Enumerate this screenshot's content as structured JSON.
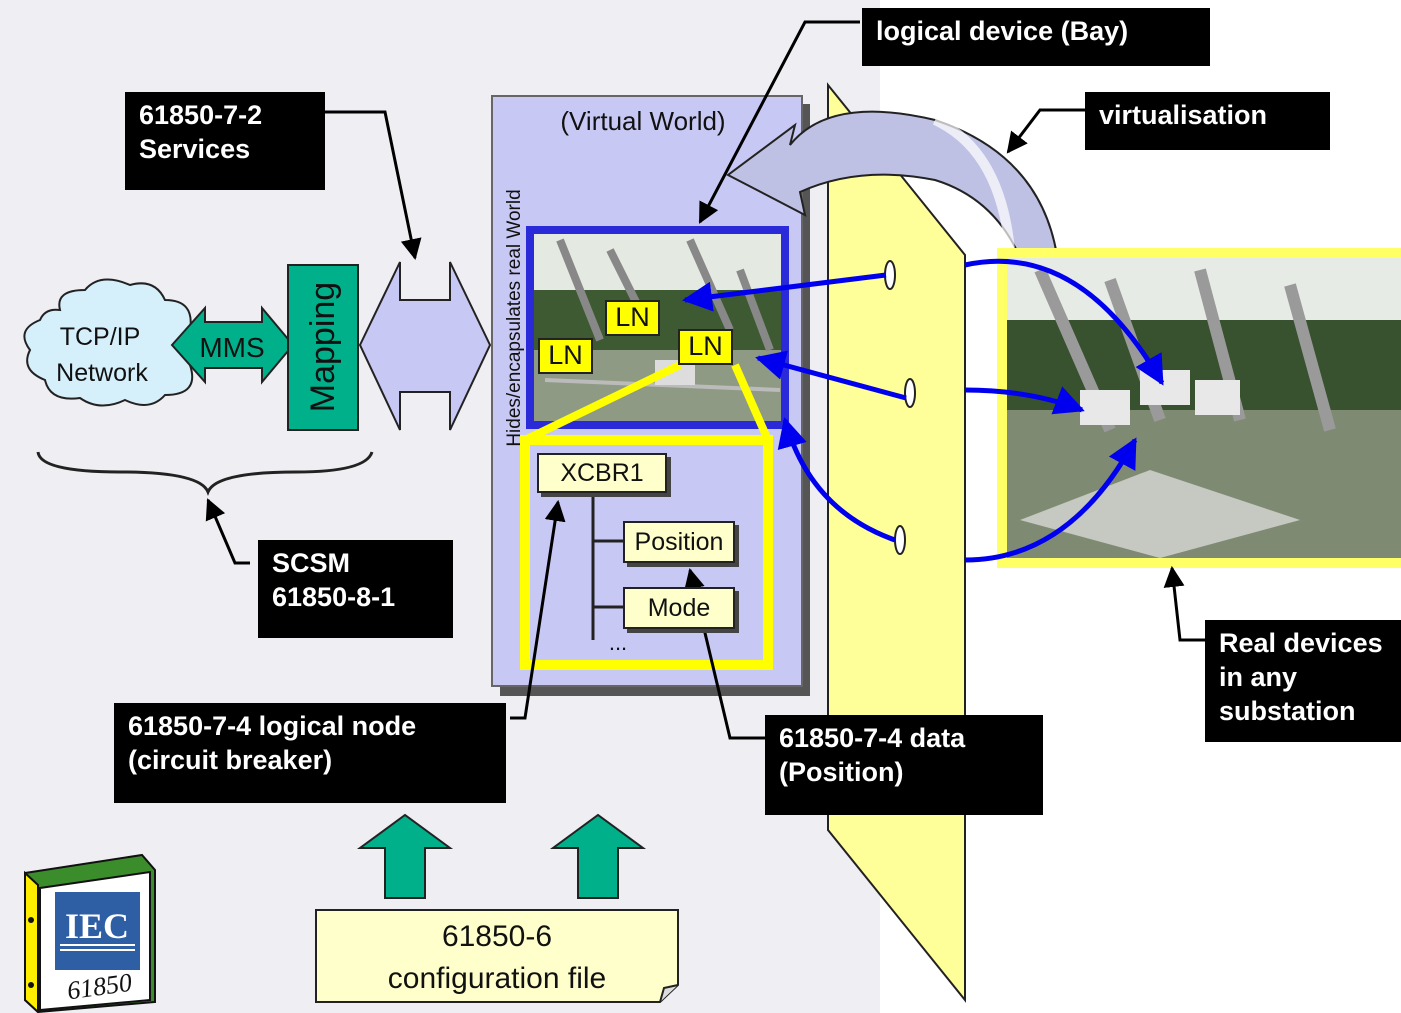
{
  "labels": {
    "logical_device": "logical device (Bay)",
    "virtualisation": "virtualisation",
    "services": "61850-7-2\nServices",
    "scsm": "SCSM\n61850-8-1",
    "logical_node": "61850-7-4 logical node\n(circuit breaker)",
    "data": "61850-7-4 data\n(Position)",
    "real_devices": "Real devices\nin any\nsubstation"
  },
  "virtual_world": "(Virtual World)",
  "hides_text": "Hides/encapsulates real World",
  "cloud_line1": "TCP/IP",
  "cloud_line2": "Network",
  "mms": "MMS",
  "mapping": "Mapping",
  "ln_labels": [
    "LN",
    "LN",
    "LN"
  ],
  "xcbr": "XCBR1",
  "position": "Position",
  "mode": "Mode",
  "ellipsis": "...",
  "config_line1": "61850-6",
  "config_line2": "configuration file",
  "book": {
    "brand": "IEC",
    "number": "61850"
  },
  "colors": {
    "background": "#efeef3",
    "virtual_panel": "#c8c8f5",
    "teal": "#00b08a",
    "yellow": "#ffff00",
    "arrow_blue": "#0000ee",
    "label_bg": "#000000"
  }
}
